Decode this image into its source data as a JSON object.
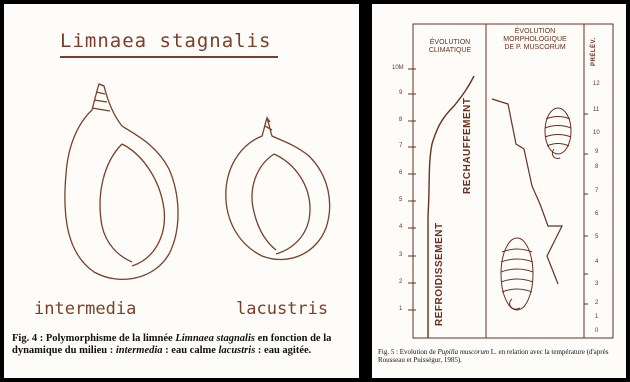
{
  "left_figure": {
    "title": "Limnaea stagnalis",
    "labels": {
      "intermedia": "intermedia",
      "lacustris": "lacustris"
    },
    "caption": {
      "p1": "Fig. 4 : Polymorphisme de la limnée ",
      "p2": "Limnaea stagnalis",
      "p3": " en fonction de la dynamique du milieu : ",
      "p4": "intermedia",
      "p5": " : eau calme    ",
      "p6": "lacustris",
      "p7": " : eau agitée."
    }
  },
  "right_figure": {
    "headers": {
      "climate": [
        "ÉVOLUTION",
        "CLIMATIQUE"
      ],
      "morpho": [
        "ÉVOLUTION",
        "MORPHOLOGIQUE",
        "DE P. MUSCORUM"
      ],
      "prelev": "PRÉLÈV."
    },
    "vertical_labels": {
      "warming": "RECHAUFFEMENT",
      "cooling": "REFROIDISSEMENT"
    },
    "depth_ticks": [
      "10M",
      "9",
      "8",
      "7",
      "6",
      "5",
      "4",
      "3",
      "2",
      "1"
    ],
    "sample_ticks": [
      "12",
      "11",
      "10",
      "9",
      "8",
      "7",
      "6",
      "5",
      "4",
      "3",
      "2",
      "1",
      "0"
    ],
    "caption": {
      "p1": "Fig. 5 : Evolution de ",
      "p2": "Pupilla muscorum",
      "p3": " L. en relation avec la température (d'après Rousseau et Puisségur, 1985)."
    }
  }
}
